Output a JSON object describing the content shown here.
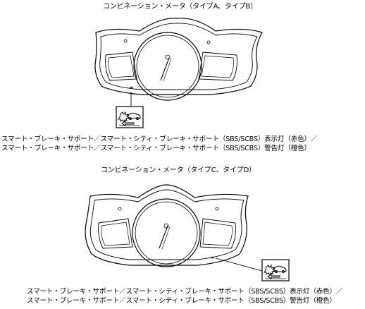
{
  "sections": [
    {
      "title": "コンビネーション・メータ（タイプA、タイプB）",
      "caption_line1": "スマート・ブレーキ・サポート／スマート・シティ・ブレーキ・サポート（SBS/SCBS）表示灯（赤色）／",
      "caption_line2": "スマート・ブレーキ・サポート／スマート・シティ・ブレーキ・サポート（SBS/SCBS）警告灯（橙色）"
    },
    {
      "title": "コンビネーション・メータ（タイプC、タイプD）",
      "caption_line1": "スマート・ブレーキ・サポート／スマート・シティ・ブレーキ・サポート（SBS/SCBS）表示灯（赤色）／",
      "caption_line2": "スマート・ブレーキ・サポート／スマート・シティ・ブレーキ・サポート（SBS/SCBS）警告灯（橙色）"
    }
  ],
  "icons": {
    "meter": "combination-meter-outline",
    "indicator": "sbs-scbs-collision-warning-icon"
  }
}
